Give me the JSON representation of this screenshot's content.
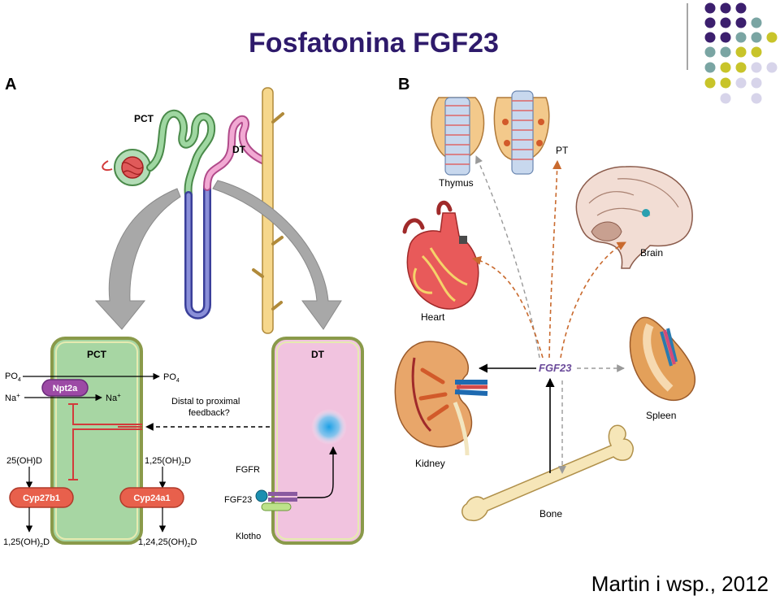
{
  "title": "Fosfatonina FGF23",
  "credit": "Martin i wsp., 2012",
  "colors": {
    "title": "#2e1a6b",
    "dot_purple": "#3c1f6e",
    "dot_teal": "#7aa5a3",
    "dot_olive": "#c8c42a",
    "dot_lilac": "#d7d4ea"
  },
  "panel_a": {
    "letter": "A",
    "nephron": {
      "pct_label": "PCT",
      "dt_label": "DT"
    },
    "pct_cell": {
      "label": "PCT",
      "po4_left": "PO",
      "po4_left_sub": "4",
      "po4_right": "PO",
      "po4_right_sub": "4",
      "na_left": "Na",
      "na_left_sup": "+",
      "na_right": "Na",
      "na_right_sup": "+",
      "npt2a": "Npt2a",
      "oh_d_left": "25(OH)D",
      "oh2_d_right_a": "1,25(OH)",
      "oh2_d_right_sub": "2",
      "oh2_d_right_b": "D",
      "cyp27b1": "Cyp27b1",
      "cyp24a1": "Cyp24a1",
      "out_left_a": "1,25(OH)",
      "out_left_sub": "2",
      "out_left_b": "D",
      "out_right_a": "1,24,25(OH)",
      "out_right_sub": "2",
      "out_right_b": "D"
    },
    "feedback_line1": "Distal to proximal",
    "feedback_line2": "feedback?",
    "dt_cell": {
      "label": "DT",
      "fgfr": "FGFR",
      "fgf23": "FGF23",
      "klotho": "Klotho"
    }
  },
  "panel_b": {
    "letter": "B",
    "center": "FGF23",
    "organs": {
      "thymus": "Thymus",
      "pt": "PT",
      "brain": "Brain",
      "heart": "Heart",
      "kidney": "Kidney",
      "spleen": "Spleen",
      "bone": "Bone"
    }
  }
}
